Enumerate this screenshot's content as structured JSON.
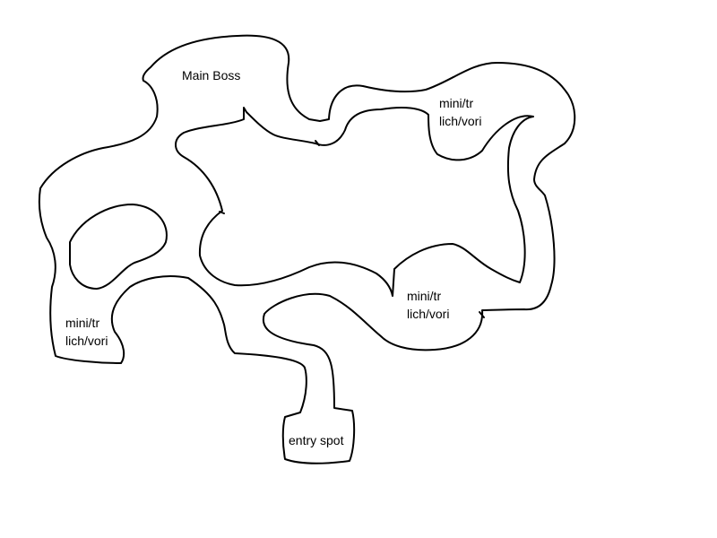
{
  "map": {
    "background_color": "#ffffff",
    "line_color": "#000000",
    "labels": {
      "main_boss": "Main Boss",
      "room_top_right": {
        "line1": "mini/tr",
        "line2": "lich/vori"
      },
      "room_center_right": {
        "line1": "mini/tr",
        "line2": "lich/vori"
      },
      "room_left": {
        "line1": "mini/tr",
        "line2": "lich/vori"
      },
      "entry": "entry spot"
    }
  }
}
